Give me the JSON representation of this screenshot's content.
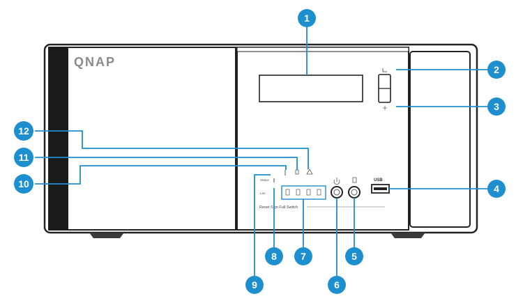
{
  "device": {
    "brand": "QNAP",
    "usb_label": "USB",
    "lan_label": "Lan",
    "status_label": "Status",
    "button_label": "Reset Sign Full Switch"
  },
  "callouts": [
    {
      "number": "1"
    },
    {
      "number": "2"
    },
    {
      "number": "3"
    },
    {
      "number": "4"
    },
    {
      "number": "5"
    },
    {
      "number": "6"
    },
    {
      "number": "7"
    },
    {
      "number": "8"
    },
    {
      "number": "9"
    },
    {
      "number": "10"
    },
    {
      "number": "11"
    },
    {
      "number": "12"
    }
  ],
  "colors": {
    "callout": "#1e8fce",
    "outline": "#222222",
    "chassis": "#ffffff"
  }
}
